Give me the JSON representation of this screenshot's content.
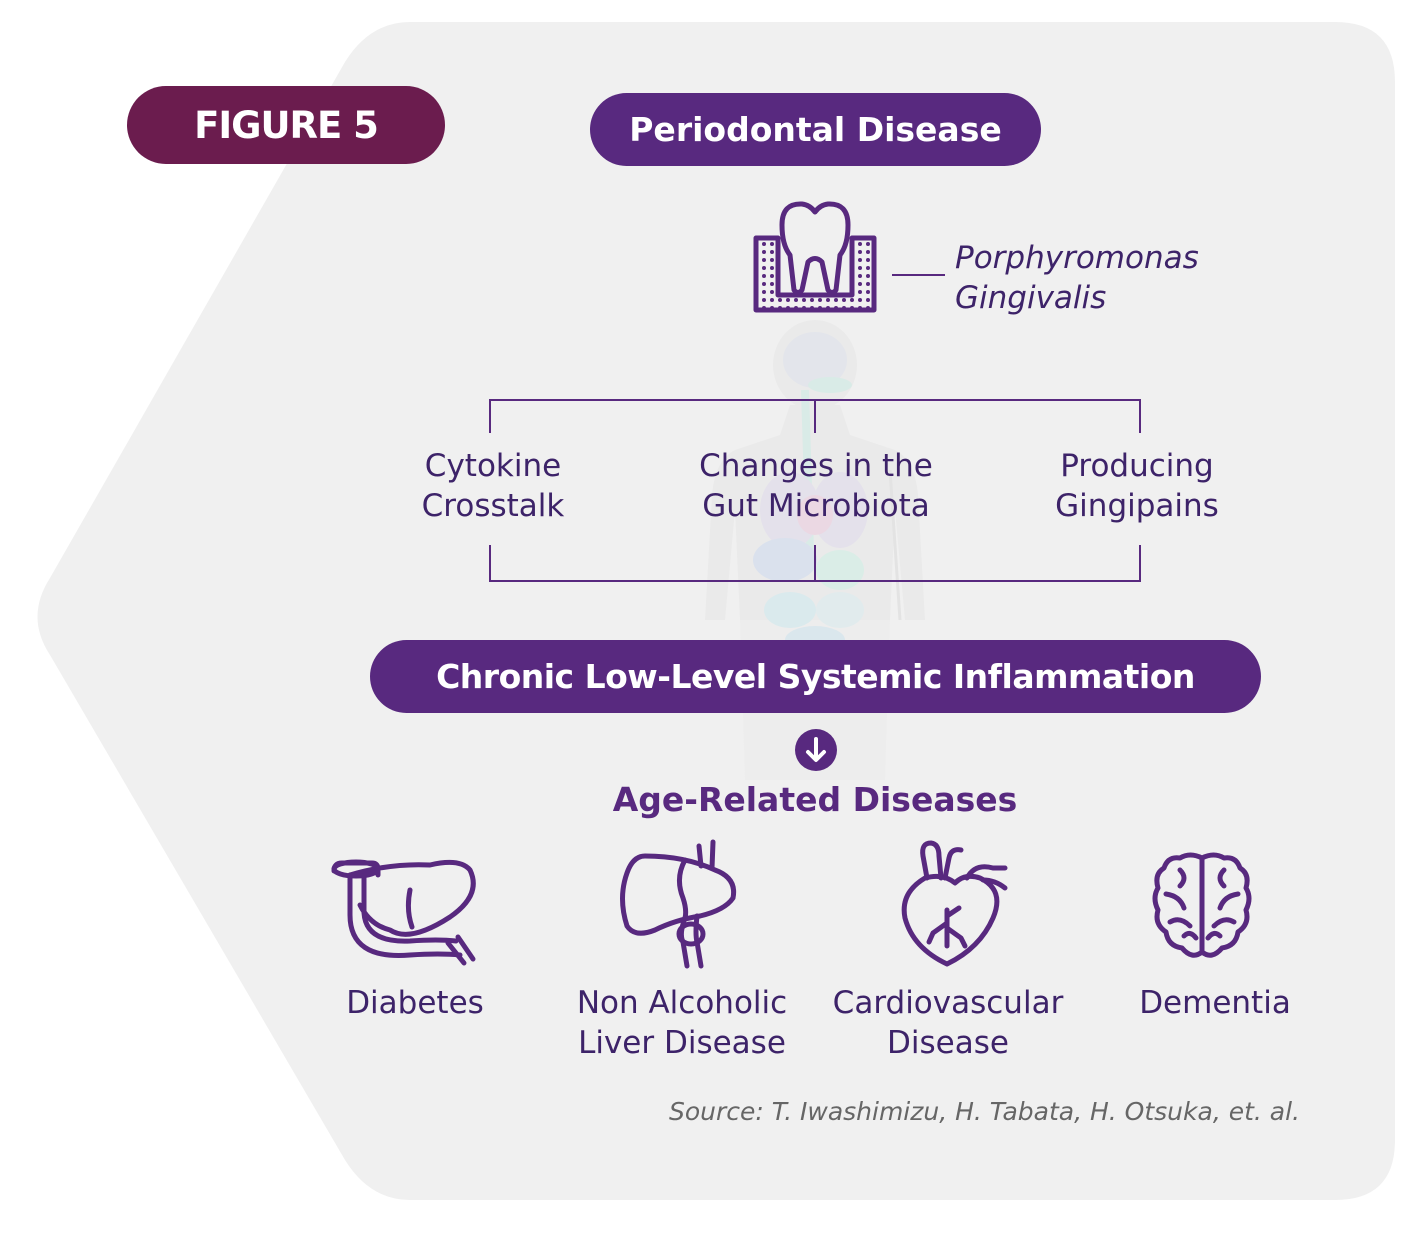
{
  "figure_label": "FIGURE 5",
  "title": "Periodontal Disease",
  "pathogen": {
    "line1": "Porphyromonas",
    "line2": "Gingivalis"
  },
  "mechanisms": [
    {
      "line1": "Cytokine",
      "line2": "Crosstalk"
    },
    {
      "line1": "Changes in the",
      "line2": "Gut Microbiota"
    },
    {
      "line1": "Producing",
      "line2": "Gingipains"
    }
  ],
  "inflammation": "Chronic Low-Level Systemic Inflammation",
  "age_heading": "Age-Related Diseases",
  "diseases": [
    {
      "line1": "Diabetes",
      "line2": "",
      "icon": "pancreas-icon"
    },
    {
      "line1": "Non Alcoholic",
      "line2": "Liver Disease",
      "icon": "liver-icon"
    },
    {
      "line1": "Cardiovascular",
      "line2": "Disease",
      "icon": "heart-icon"
    },
    {
      "line1": "Dementia",
      "line2": "",
      "icon": "brain-icon"
    }
  ],
  "source": "Source: T. Iwashimizu, H. Tabata, H. Otsuka, et. al.",
  "colors": {
    "primary_purple": "#58297f",
    "badge_maroon": "#6b1c4e",
    "text_purple": "#3d2369",
    "background_gray": "#f0f0f0"
  }
}
